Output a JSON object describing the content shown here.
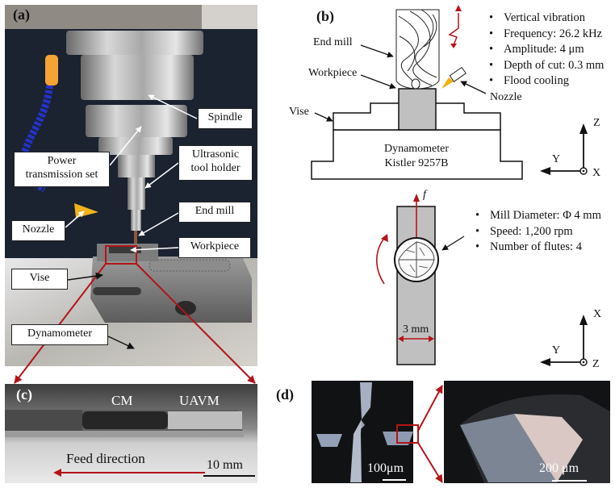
{
  "figure": {
    "panels": {
      "a": {
        "label": "(a)",
        "callouts": {
          "spindle": "Spindle",
          "power_transmission": "Power transmission set",
          "ultrasonic_holder": "Ultrasonic tool holder",
          "nozzle": "Nozzle",
          "end_mill": "End mill",
          "workpiece": "Workpiece",
          "vise": "Vise",
          "dynamometer": "Dynamometer"
        }
      },
      "b": {
        "label": "(b)",
        "side_view": {
          "labels": {
            "end_mill": "End mill",
            "workpiece": "Workpiece",
            "vise": "Vise",
            "nozzle": "Nozzle",
            "dynamometer_line1": "Dynamometer",
            "dynamometer_line2": "Kistler 9257B"
          },
          "parameters": [
            "Vertical vibration",
            "Frequency: 26.2 kHz",
            "Amplitude: 4 μm",
            "Depth of cut: 0.3 mm",
            "Flood cooling"
          ],
          "axes": {
            "up": "Z",
            "left": "Y",
            "out": "X"
          }
        },
        "top_view": {
          "feed_symbol": "f",
          "width_label": "3 mm",
          "parameters": [
            "Mill Diameter: Φ 4 mm",
            "Speed: 1,200 rpm",
            "Number of flutes: 4"
          ],
          "axes": {
            "up": "X",
            "left": "Y",
            "out": "Z"
          }
        }
      },
      "c": {
        "label": "(c)",
        "region_labels": {
          "cm": "CM",
          "uavm": "UAVM"
        },
        "feed_direction": "Feed direction",
        "scale_bar": "10 mm"
      },
      "d": {
        "label": "(d)",
        "scale_left": "100μm",
        "scale_right": "200 μm"
      }
    },
    "colors": {
      "accent_red": "#b41418",
      "workpiece_gray": "#c0c0c0",
      "nozzle_yellow": "#f2b100"
    }
  }
}
